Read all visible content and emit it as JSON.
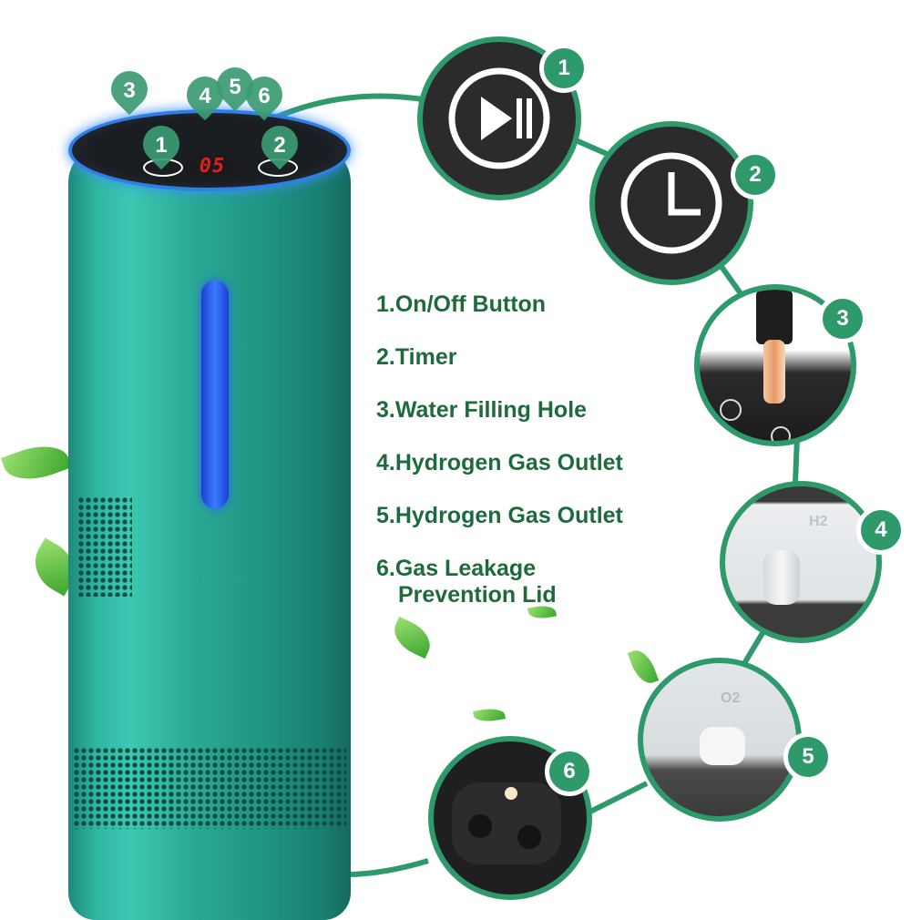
{
  "device": {
    "display_value": "05",
    "body_color": "#2aa894",
    "accent_light_color": "#3a7bff",
    "pins": [
      {
        "num": "3"
      },
      {
        "num": "4"
      },
      {
        "num": "5"
      },
      {
        "num": "6"
      },
      {
        "num": "1"
      },
      {
        "num": "2"
      }
    ]
  },
  "features": {
    "items": [
      {
        "label": "1.On/Off Button"
      },
      {
        "label": "2.Timer"
      },
      {
        "label": "3.Water Filling Hole"
      },
      {
        "label": "4.Hydrogen Gas Outlet"
      },
      {
        "label": "5.Hydrogen Gas Outlet"
      },
      {
        "label": "6.Gas Leakage",
        "continuation": "Prevention Lid"
      }
    ],
    "text_color": "#1d6b3d"
  },
  "callouts": [
    {
      "num": "1",
      "icon": "play-pause-icon"
    },
    {
      "num": "2",
      "icon": "clock-icon"
    },
    {
      "num": "3",
      "icon": "water-filling-photo"
    },
    {
      "num": "4",
      "icon": "h2-outlet-photo",
      "label": "H2"
    },
    {
      "num": "5",
      "icon": "o2-outlet-photo",
      "label": "O2"
    },
    {
      "num": "6",
      "icon": "leakage-lid-photo"
    }
  ],
  "theme": {
    "accent_green": "#2e9a6c"
  }
}
